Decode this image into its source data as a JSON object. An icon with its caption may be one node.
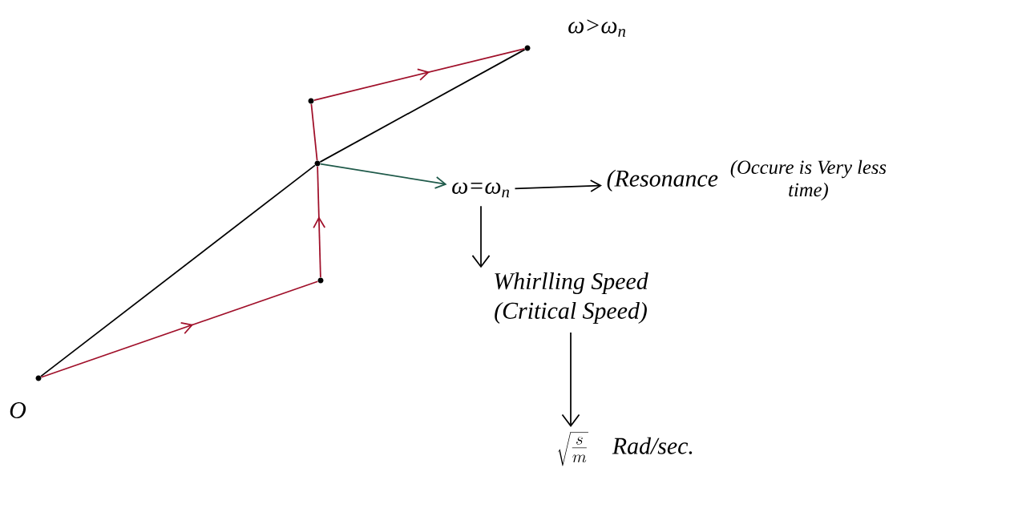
{
  "diagram": {
    "nodes": [
      {
        "text": [],
        "shape": "circle",
        "beside": [
          "O"
        ]
      },
      {
        "text": [],
        "shape": "circle"
      },
      {
        "text": [],
        "shape": "circle"
      },
      {
        "text": [],
        "shape": "circle"
      },
      {
        "text": [],
        "shape": "circle",
        "beside": [
          "ω>ω$_{n}$"
        ]
      },
      {
        "text": [
          "ω=ω$_{n}$"
        ]
      },
      {
        "text": [
          "(Resonance",
          "(Occure is Very less time)"
        ]
      },
      {
        "text": [
          "Whirlling Speed",
          "(Critical Speed)"
        ]
      },
      {
        "text": [
          "\\sqrt{\\frac{s}{m}}",
          "Rad/sec."
        ]
      }
    ],
    "edges": [
      {
        "from": 0,
        "to": 2,
        "arrow": "none"
      },
      {
        "from": 2,
        "to": 4,
        "arrow": "none"
      },
      {
        "from": 0,
        "to": 1,
        "arrow": "to",
        "color": "#a0102a"
      },
      {
        "from": 1,
        "to": 2,
        "arrow": "to",
        "color": "#a0102a"
      },
      {
        "from": 2,
        "to": 3,
        "arrow": "none",
        "color": "#a0102a"
      },
      {
        "from": 3,
        "to": 4,
        "arrow": "to",
        "color": "#a0102a"
      },
      {
        "from": 2,
        "to": 5,
        "arrow": "to",
        "color": "#1f5a4a"
      },
      {
        "from": 5,
        "to": 6,
        "arrow": "to"
      },
      {
        "from": 5,
        "to": 7,
        "arrow": "to"
      },
      {
        "from": 7,
        "to": 8,
        "arrow": "to"
      }
    ]
  }
}
